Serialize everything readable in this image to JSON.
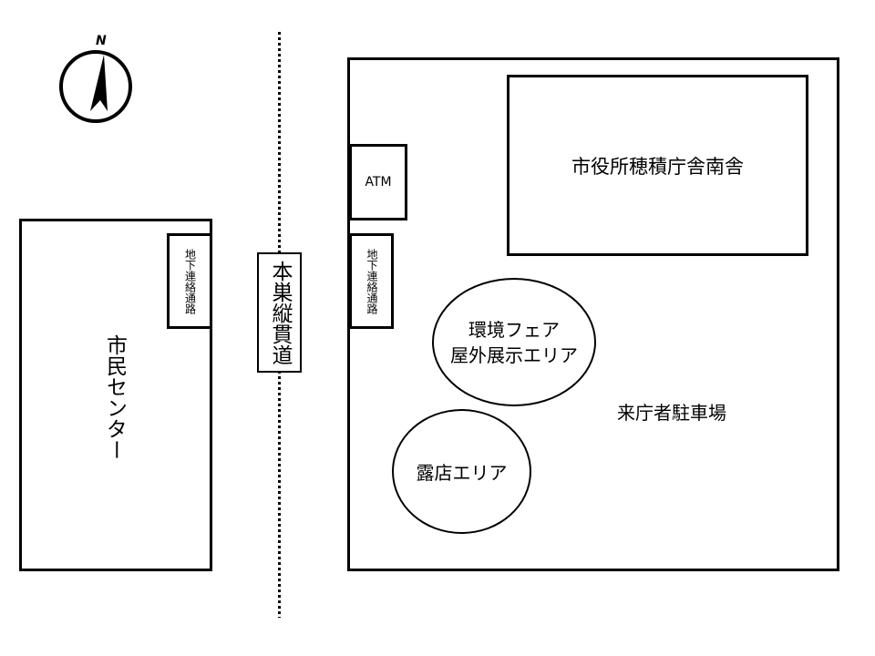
{
  "compass": {
    "label": "N",
    "icon": "north-arrow-icon"
  },
  "road": {
    "label": "本巣縦貫道",
    "style": "dotted"
  },
  "civic_center": {
    "label": "市民センター",
    "passage_label": "地下連絡通路"
  },
  "east_site": {
    "city_hall_label": "市役所穂積庁舎南舎",
    "atm_label": "ATM",
    "passage_label": "地下連絡通路",
    "parking_label": "来庁者駐車場",
    "areas": [
      {
        "label_line1": "環境フェア",
        "label_line2": "屋外展示エリア"
      },
      {
        "label_line1": "露店エリア"
      }
    ]
  },
  "colors": {
    "line": "#000000",
    "background": "#ffffff"
  }
}
